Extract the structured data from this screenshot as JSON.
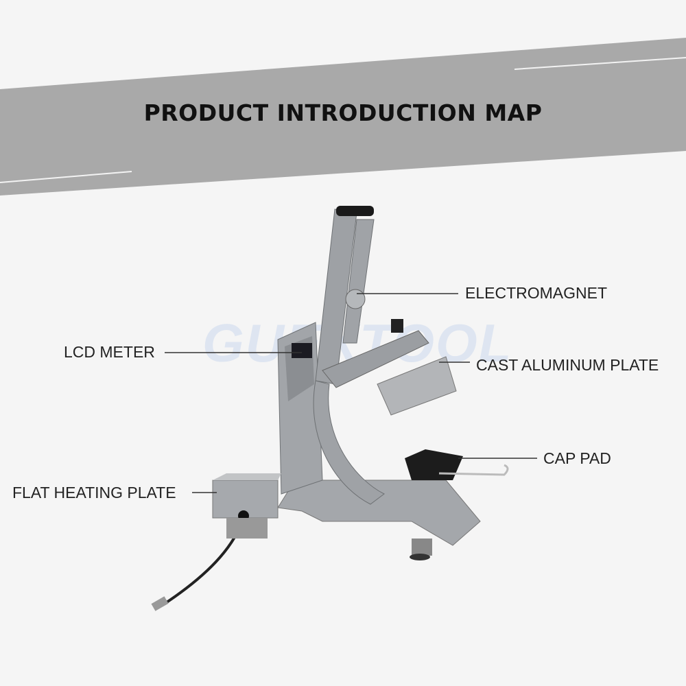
{
  "title": "PRODUCT INTRODUCTION MAP",
  "watermark": "GUEXTOOL",
  "labels": {
    "electromagnet": "ELECTROMAGNET",
    "lcd_meter": "LCD METER",
    "cast_aluminum_plate": "CAST ALUMINUM PLATE",
    "cap_pad": "CAP PAD",
    "flat_heating_plate": "FLAT HEATING PLATE"
  },
  "colors": {
    "banner": "#a8a8a8",
    "background": "#f5f5f5",
    "frame": "#9da0a4"
  }
}
